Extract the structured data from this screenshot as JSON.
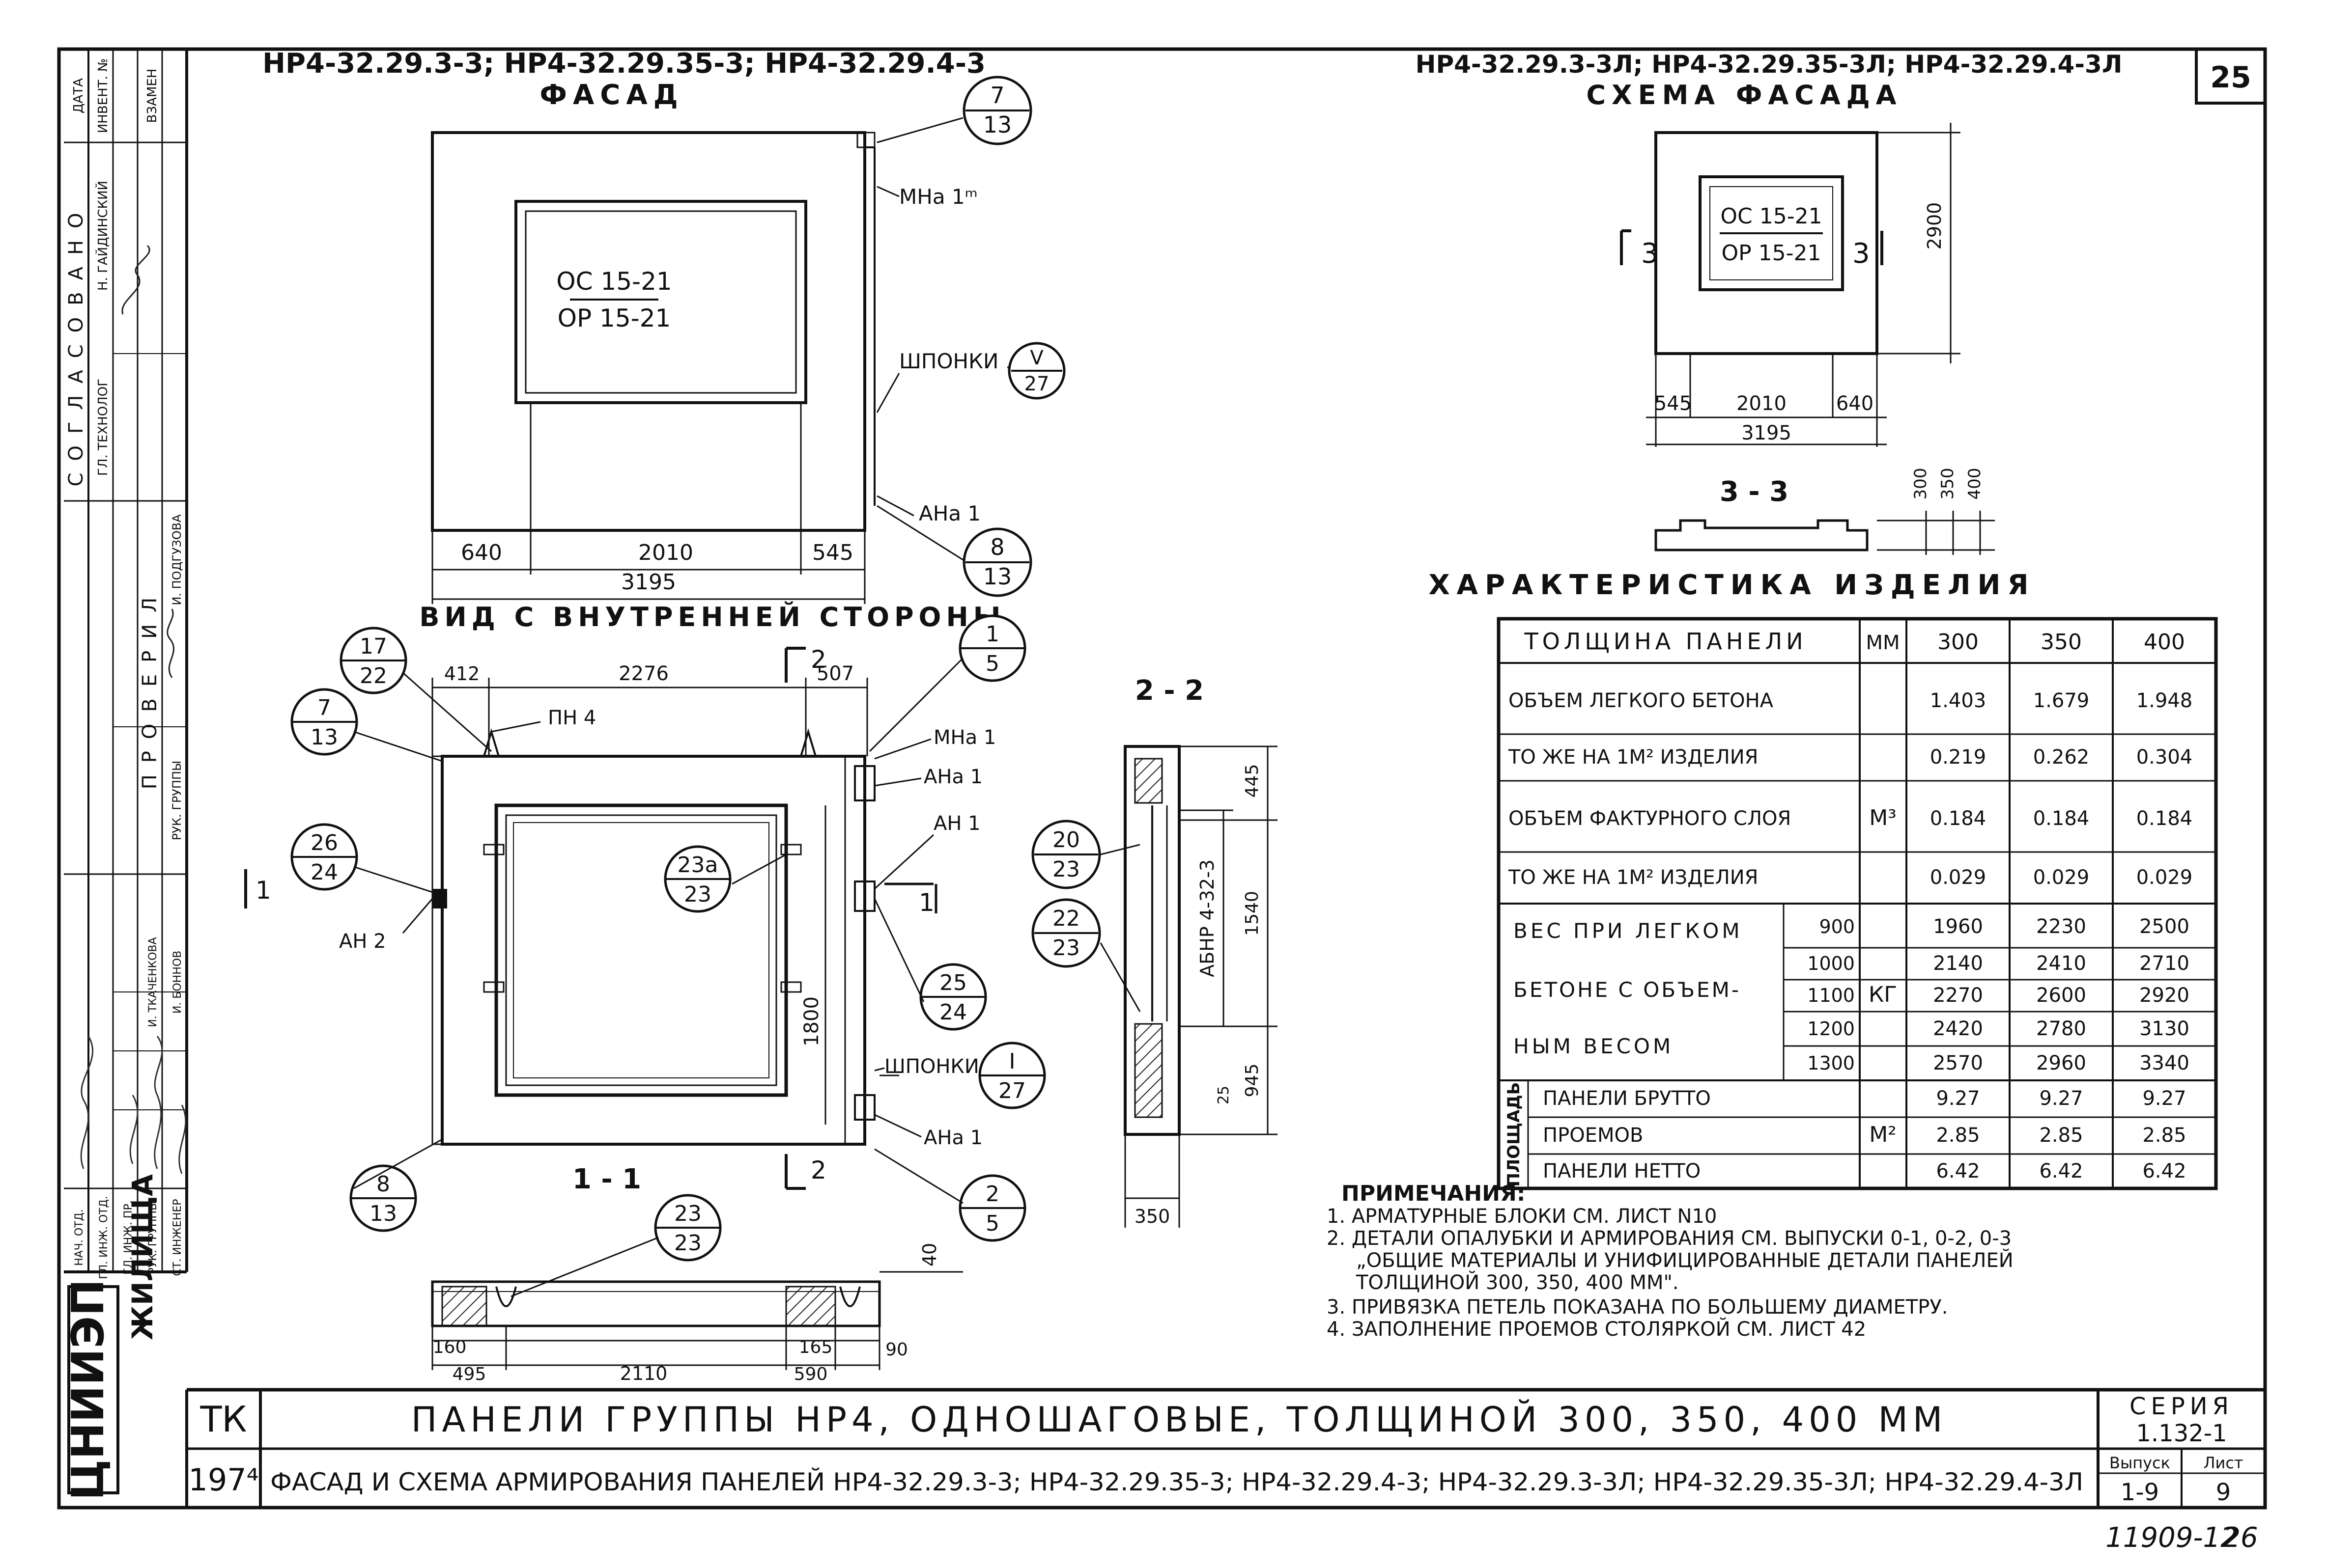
{
  "sheet_number": "25",
  "facade": {
    "title_marks": "НР4-32.29.3-3; НР4-32.29.35-3; НР4-32.29.4-3",
    "subtitle": "ФАСАД",
    "window_top": "ОС 15-21",
    "window_bottom": "ОР 15-21",
    "label_mna": "МНа 1ᵐ",
    "label_shponki": "ШПОНКИ",
    "label_ana": "АНа 1",
    "dim_left": "640",
    "dim_mid": "2010",
    "dim_right": "545",
    "dim_total": "3195",
    "callout_a_top": "7",
    "callout_a_bottom": "13",
    "callout_b_top": "8",
    "callout_b_bottom": "13",
    "callout_shp_top": "V",
    "callout_shp_bottom": "27"
  },
  "inner_view": {
    "title": "ВИД С ВНУТРЕННЕЙ СТОРОНЫ",
    "dim_412": "412",
    "dim_2276": "2276",
    "dim_507": "507",
    "dim_1800": "1800",
    "label_pn4": "ПН 4",
    "label_mna1": "МНа 1",
    "label_ana1_top": "АНа 1",
    "label_an1": "АН 1",
    "label_an2": "АН 2",
    "label_shponki": "ШПОНКИ",
    "label_ana1_bottom": "АНа 1",
    "section_1_left": "1",
    "section_1_right": "1",
    "section_2_top": "2",
    "section_2_bottom": "2",
    "section_1_1_label": "1 - 1",
    "callouts": [
      {
        "top": "17",
        "bottom": "22"
      },
      {
        "top": "7",
        "bottom": "13"
      },
      {
        "top": "1",
        "bottom": "5"
      },
      {
        "top": "26",
        "bottom": "24"
      },
      {
        "top": "23а",
        "bottom": "23"
      },
      {
        "top": "25",
        "bottom": "24"
      },
      {
        "top": "I",
        "bottom": "27"
      },
      {
        "top": "8",
        "bottom": "13"
      },
      {
        "top": "23",
        "bottom": "23"
      },
      {
        "top": "2",
        "bottom": "5"
      }
    ]
  },
  "section_2_2": {
    "title": "2 - 2",
    "label_block": "АБНР 4-32-3",
    "dim_445": "445",
    "dim_1540": "1540",
    "dim_945": "945",
    "dim_350": "350",
    "dim_25": "25",
    "callout_a_top": "20",
    "callout_a_bottom": "23",
    "callout_b_top": "22",
    "callout_b_bottom": "23"
  },
  "section_1_1": {
    "dim_40": "40",
    "dim_160": "160",
    "dim_495": "495",
    "dim_2110": "2110",
    "dim_165": "165",
    "dim_590": "590",
    "dim_90": "90"
  },
  "scheme": {
    "title_marks": "НР4-32.29.3-3Л; НР4-32.29.35-3Л; НР4-32.29.4-3Л",
    "subtitle": "СХЕМА ФАСАДА",
    "window_top": "ОС 15-21",
    "window_bottom": "ОР 15-21",
    "section_left": "3",
    "section_right": "3",
    "dim_height": "2900",
    "dim_left": "545",
    "dim_mid": "2010",
    "dim_right": "640",
    "dim_total": "3195",
    "section_3_3": "3 - 3",
    "dim_300": "300",
    "dim_350": "350",
    "dim_400": "400"
  },
  "characteristics": {
    "title": "ХАРАКТЕРИСТИКА ИЗДЕЛИЯ",
    "header": [
      "ТОЛЩИНА ПАНЕЛИ",
      "ММ",
      "300",
      "350",
      "400"
    ],
    "unit_m3": "М³",
    "unit_kg": "КГ",
    "unit_m2": "М²",
    "rows_volume": [
      {
        "label": "ОБЪЕМ ЛЕГКОГО БЕТОНА",
        "v": [
          "1.403",
          "1.679",
          "1.948"
        ]
      },
      {
        "label": "ТО ЖЕ НА 1М² ИЗДЕЛИЯ",
        "v": [
          "0.219",
          "0.262",
          "0.304"
        ]
      },
      {
        "label": "ОБЪЕМ ФАКТУРНОГО СЛОЯ",
        "v": [
          "0.184",
          "0.184",
          "0.184"
        ]
      },
      {
        "label": "ТО ЖЕ НА 1М² ИЗДЕЛИЯ",
        "v": [
          "0.029",
          "0.029",
          "0.029"
        ]
      }
    ],
    "weight_label_lines": [
      "ВЕС ПРИ ЛЕГКОМ",
      "БЕТОНЕ С ОБЪЕМ-",
      "НЫМ ВЕСОМ"
    ],
    "rows_weight": [
      {
        "density": "900",
        "v": [
          "1960",
          "2230",
          "2500"
        ]
      },
      {
        "density": "1000",
        "v": [
          "2140",
          "2410",
          "2710"
        ]
      },
      {
        "density": "1100",
        "v": [
          "2270",
          "2600",
          "2920"
        ]
      },
      {
        "density": "1200",
        "v": [
          "2420",
          "2780",
          "3130"
        ]
      },
      {
        "density": "1300",
        "v": [
          "2570",
          "2960",
          "3340"
        ]
      }
    ],
    "area_group_label": "ПЛОЩАДЬ",
    "rows_area": [
      {
        "label": "ПАНЕЛИ БРУТТО",
        "v": [
          "9.27",
          "9.27",
          "9.27"
        ]
      },
      {
        "label": "ПРОЕМОВ",
        "v": [
          "2.85",
          "2.85",
          "2.85"
        ]
      },
      {
        "label": "ПАНЕЛИ НЕТТО",
        "v": [
          "6.42",
          "6.42",
          "6.42"
        ]
      }
    ]
  },
  "notes": {
    "title": "ПРИМЕЧАНИЯ:",
    "lines": [
      "1. АРМАТУРНЫЕ БЛОКИ СМ. ЛИСТ N10",
      "2. ДЕТАЛИ ОПАЛУБКИ И АРМИРОВАНИЯ СМ. ВЫПУСКИ 0-1, 0-2, 0-3",
      "„ОБЩИЕ МАТЕРИАЛЫ И УНИФИЦИРОВАННЫЕ ДЕТАЛИ ПАНЕЛЕЙ",
      "ТОЛЩИНОЙ 300, 350, 400 ММ\".",
      "3. ПРИВЯЗКА ПЕТЕЛЬ ПОКАЗАНА ПО БОЛЬШЕМУ ДИАМЕТРУ.",
      "4. ЗАПОЛНЕНИЕ ПРОЕМОВ СТОЛЯРКОЙ СМ. ЛИСТ 42"
    ]
  },
  "left_strip": {
    "approval_title": "СОГЛАСОВАНО",
    "approval_rows": [
      "ГЛ. ТЕХНОЛОГ",
      "Н. ГАЙДИНСКИЙ"
    ],
    "check_title": "ПРОВЕРИЛ",
    "check_rows": [
      "РУК. ГРУППЫ",
      "И. ПОДГУЗОВА"
    ],
    "top_header": [
      "ДАТА",
      "ИНВЕНТ. №",
      "ВЗАМЕН"
    ],
    "staff_roles": [
      "НАЧ. ОТД.",
      "ГЛ. ИНЖ. ОТД.",
      "ГЛ. ИНЖ. ПР.",
      "РУК. ГРУППЫ",
      "СТ. ИНЖЕНЕР"
    ],
    "staff_names": [
      "",
      "",
      "",
      "И. ТКАЧЕНКОВА",
      "И. БОННОВ"
    ],
    "org_logo_text": "ЦНИИЭП",
    "org_suffix": "ЖИЛИЩА"
  },
  "title_block": {
    "code_tk": "ТК",
    "code_year": "197⁴",
    "title_main": "ПАНЕЛИ ГРУППЫ НР4, ОДНОШАГОВЫЕ, ТОЛЩИНОЙ 300, 350, 400 ММ",
    "title_sub": "ФАСАД И СХЕМА АРМИРОВАНИЯ ПАНЕЛЕЙ НР4-32.29.3-3; НР4-32.29.35-3; НР4-32.29.4-3; НР4-32.29.3-3Л; НР4-32.29.35-3Л; НР4-32.29.4-3Л",
    "series_label": "СЕРИЯ",
    "series_value": "1.132-1",
    "issue_label": "Выпуск",
    "issue_value": "1-9",
    "sheet_label": "Лист",
    "sheet_value": "9"
  },
  "footer_number": "11909-12",
  "footer_page": "26"
}
